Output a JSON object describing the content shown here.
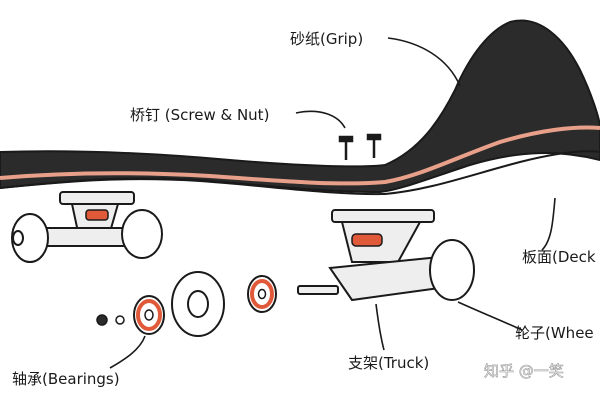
{
  "labels": {
    "grip": "砂纸(Grip)",
    "screw": "桥钉 (Screw & Nut)",
    "deck": "板面(Deck",
    "wheel": "轮子(Whee",
    "truck": "支架(Truck)",
    "bearings": "轴承(Bearings)"
  },
  "watermark": "知乎 @一笑",
  "colors": {
    "deck": "#2b2b2b",
    "stripe": "#e8a08a",
    "metal": "#eeeeee",
    "bushing": "#e05a3a",
    "ink": "#1a1a1a"
  }
}
